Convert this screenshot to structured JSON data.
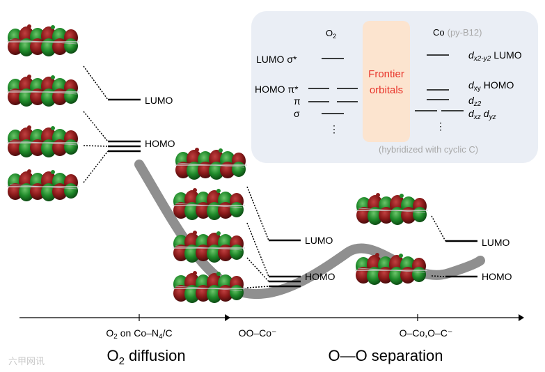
{
  "left_levels": {
    "lumo": "LUMO",
    "homo": "HOMO"
  },
  "middle_levels": {
    "lumo": "LUMO",
    "homo": "HOMO"
  },
  "right_levels": {
    "lumo": "LUMO",
    "homo": "HOMO"
  },
  "inset": {
    "o2_header": "O",
    "o2_header_sub": "2",
    "co_header": "Co",
    "co_header_note": "(py-B12)",
    "frontier_label_line1": "Frontier",
    "frontier_label_line2": "orbitals",
    "o2_levels": {
      "lumo_label": "LUMO σ*",
      "homo_label": "HOMO π*",
      "pi_label": "π",
      "sigma_label": "σ",
      "dots": "⋮"
    },
    "co_levels": {
      "lumo_d": "d",
      "lumo_d_sub": "x2-y2",
      "lumo_label": "LUMO",
      "homo_d": "d",
      "homo_d_sub": "xy",
      "homo_label": "HOMO",
      "dz2_d": "d",
      "dz2_sub": "z2",
      "dxz_d": "d",
      "dxz_sub": "xz",
      "dyz_d": "d",
      "dyz_sub": "yz",
      "dots": "⋮"
    },
    "hybrid_note": "(hybridized with cyclic C)"
  },
  "axis": {
    "tick1_prefix": "O",
    "tick1_sub": "2",
    "tick1_mid": " on Co–N",
    "tick1_sub2": "4",
    "tick1_suffix": "/C",
    "tick2": "OO–Co⁻",
    "tick3": "O–Co,O–C⁻"
  },
  "stages": {
    "stage1_prefix": "O",
    "stage1_sub": "2",
    "stage1_suffix": " diffusion",
    "stage2": "O—O separation"
  },
  "watermark": "六甲网讯",
  "colors": {
    "orbital_red": "#8b1a1a",
    "orbital_green": "#1f8a2a",
    "curve_grey": "#8f8f8f",
    "inset_bg": "#eaeef5",
    "frontier_bg": "#fce4cf",
    "frontier_text": "#e8342a"
  }
}
